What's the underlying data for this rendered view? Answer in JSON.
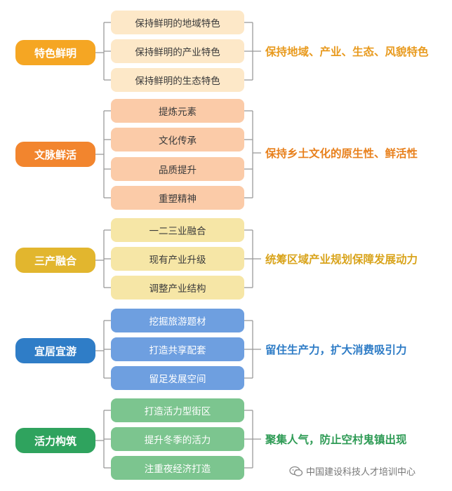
{
  "groups": [
    {
      "category": "特色鲜明",
      "items": [
        "保持鲜明的地域特色",
        "保持鲜明的产业特色",
        "保持鲜明的生态特色"
      ],
      "summary": "保持地域、产业、生态、风貌特色",
      "colors": {
        "category": "#F5A623",
        "item": "#FDE8C8",
        "summary": "#E89A1E"
      }
    },
    {
      "category": "文脉鲜活",
      "items": [
        "提炼元素",
        "文化传承",
        "品质提升",
        "重塑精神"
      ],
      "summary": "保持乡土文化的原生性、鲜活性",
      "colors": {
        "category": "#F2852E",
        "item": "#FBCBA8",
        "summary": "#E8801C"
      }
    },
    {
      "category": "三产融合",
      "items": [
        "一二三业融合",
        "现有产业升级",
        "调整产业结构"
      ],
      "summary": "统筹区域产业规划保障发展动力",
      "colors": {
        "category": "#E2B62E",
        "item": "#F6E6A6",
        "summary": "#D9A41C"
      }
    },
    {
      "category": "宜居宜游",
      "items": [
        "挖掘旅游题材",
        "打造共享配套",
        "留足发展空间"
      ],
      "summary": "留住生产力，扩大消费吸引力",
      "colors": {
        "category": "#2F7DC7",
        "item": "#6E9FE0",
        "summary": "#2E7CC6"
      }
    },
    {
      "category": "活力构筑",
      "items": [
        "打造活力型街区",
        "提升冬季的活力",
        "注重夜经济打造"
      ],
      "summary": "聚集人气，防止空村鬼镇出现",
      "colors": {
        "category": "#2FA35E",
        "item": "#7CC58F",
        "summary": "#2E9B55"
      }
    }
  ],
  "watermark": {
    "text": "中国建设科技人才培训中心",
    "icon": "wechat-icon"
  }
}
